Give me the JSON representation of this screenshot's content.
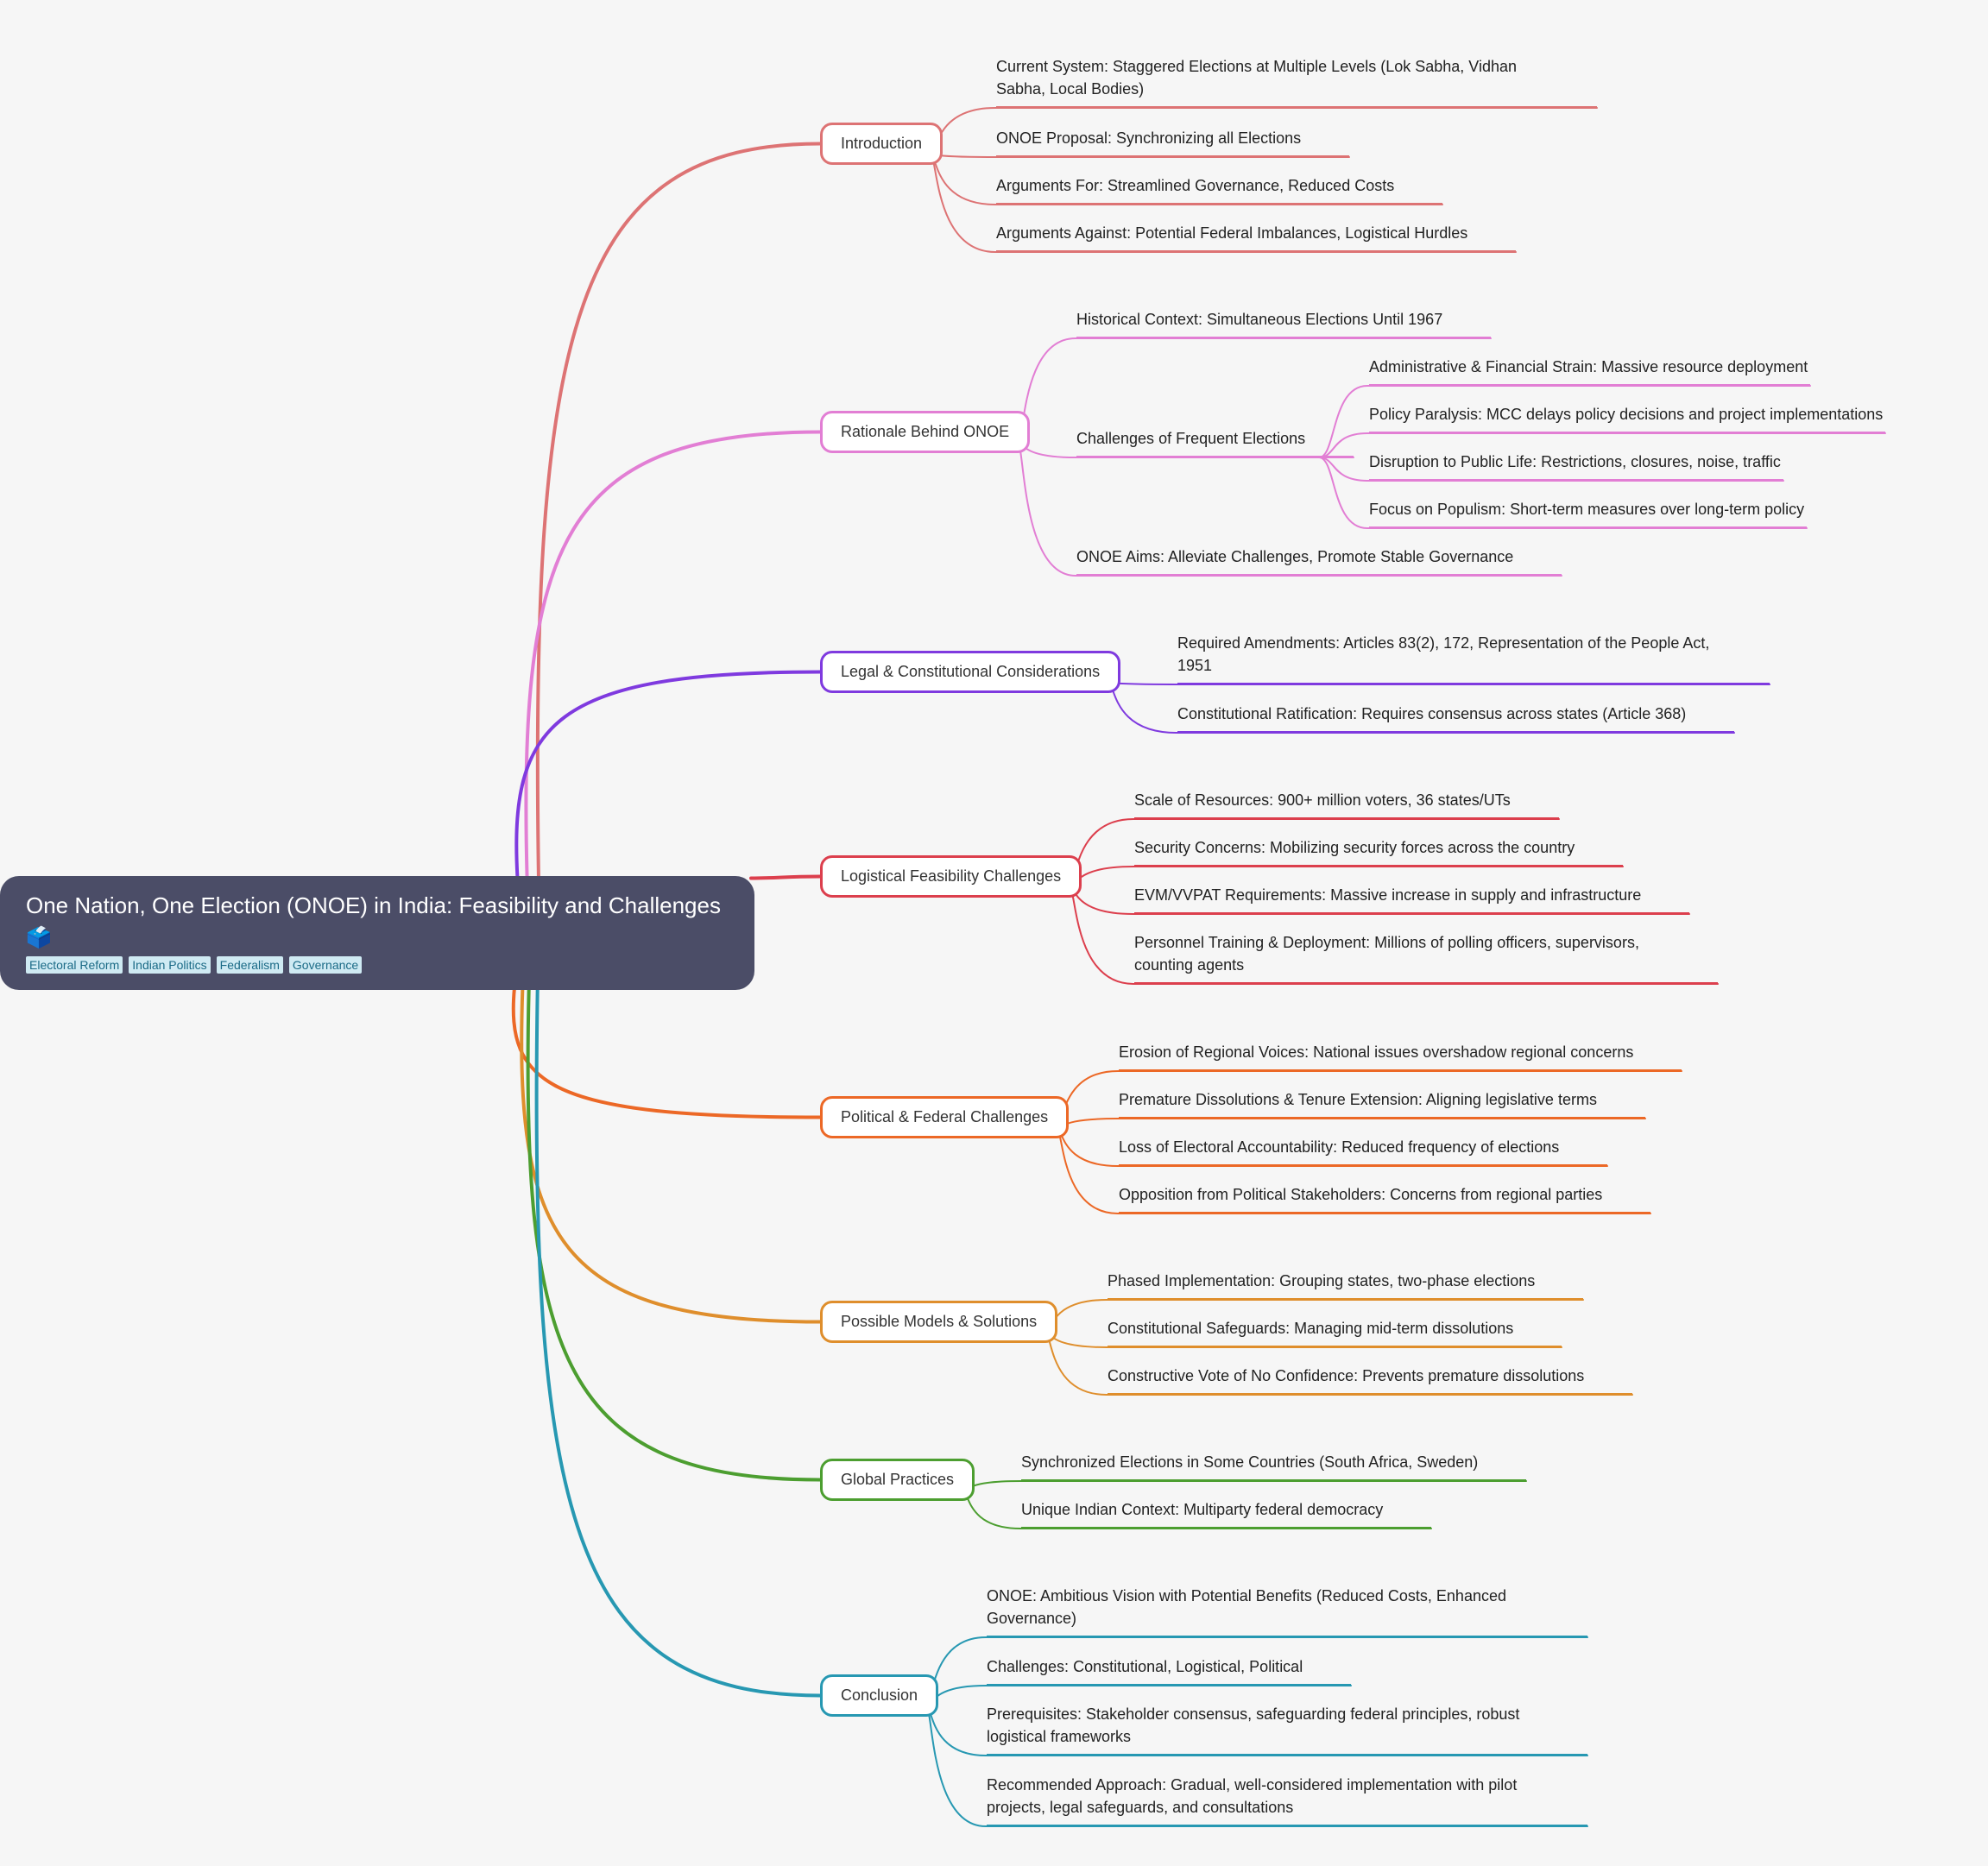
{
  "root": {
    "title": "One Nation, One Election (ONOE) in India: Feasibility and Challenges",
    "emoji": "🗳️",
    "tags": [
      "Electoral Reform",
      "Indian Politics",
      "Federalism",
      "Governance"
    ]
  },
  "branches": [
    {
      "label": "Introduction",
      "color": "#dd7374",
      "children": [
        {
          "label": "Current System: Staggered Elections at Multiple Levels (Lok Sabha, Vidhan Sabha, Local Bodies)"
        },
        {
          "label": "ONOE Proposal: Synchronizing all Elections"
        },
        {
          "label": "Arguments For: Streamlined Governance, Reduced Costs"
        },
        {
          "label": "Arguments Against: Potential Federal Imbalances, Logistical Hurdles"
        }
      ]
    },
    {
      "label": "Rationale Behind ONOE",
      "color": "#e27ed4",
      "children": [
        {
          "label": "Historical Context: Simultaneous Elections Until 1967"
        },
        {
          "label": "Challenges of Frequent Elections",
          "children": [
            {
              "label": "Administrative & Financial Strain: Massive resource deployment"
            },
            {
              "label": "Policy Paralysis: MCC delays policy decisions and project implementations"
            },
            {
              "label": "Disruption to Public Life: Restrictions, closures, noise, traffic"
            },
            {
              "label": "Focus on Populism: Short-term measures over long-term policy"
            }
          ]
        },
        {
          "label": "ONOE Aims: Alleviate Challenges, Promote Stable Governance"
        }
      ]
    },
    {
      "label": "Legal & Constitutional Considerations",
      "color": "#7f3adf",
      "children": [
        {
          "label": "Required Amendments: Articles 83(2), 172, Representation of the People Act, 1951"
        },
        {
          "label": "Constitutional Ratification: Requires consensus across states (Article 368)"
        }
      ]
    },
    {
      "label": "Logistical Feasibility Challenges",
      "color": "#dc3f4d",
      "children": [
        {
          "label": "Scale of Resources: 900+ million voters, 36 states/UTs"
        },
        {
          "label": "Security Concerns: Mobilizing security forces across the country"
        },
        {
          "label": "EVM/VVPAT Requirements: Massive increase in supply and infrastructure"
        },
        {
          "label": "Personnel Training & Deployment: Millions of polling officers, supervisors, counting agents"
        }
      ]
    },
    {
      "label": "Political & Federal Challenges",
      "color": "#ec6826",
      "children": [
        {
          "label": "Erosion of Regional Voices: National issues overshadow regional concerns"
        },
        {
          "label": "Premature Dissolutions & Tenure Extension: Aligning legislative terms"
        },
        {
          "label": "Loss of Electoral Accountability: Reduced frequency of elections"
        },
        {
          "label": "Opposition from Political Stakeholders: Concerns from regional parties"
        }
      ]
    },
    {
      "label": "Possible Models & Solutions",
      "color": "#df8e2c",
      "children": [
        {
          "label": "Phased Implementation: Grouping states, two-phase elections"
        },
        {
          "label": "Constitutional Safeguards: Managing mid-term dissolutions"
        },
        {
          "label": "Constructive Vote of No Confidence: Prevents premature dissolutions"
        }
      ]
    },
    {
      "label": "Global Practices",
      "color": "#4c9e30",
      "children": [
        {
          "label": "Synchronized Elections in Some Countries (South Africa, Sweden)"
        },
        {
          "label": "Unique Indian Context: Multiparty federal democracy"
        }
      ]
    },
    {
      "label": "Conclusion",
      "color": "#2798b2",
      "children": [
        {
          "label": "ONOE: Ambitious Vision with Potential Benefits (Reduced Costs, Enhanced Governance)"
        },
        {
          "label": "Challenges: Constitutional, Logistical, Political"
        },
        {
          "label": "Prerequisites: Stakeholder consensus, safeguarding federal principles, robust logistical frameworks"
        },
        {
          "label": "Recommended Approach: Gradual, well-considered implementation with pilot projects, legal safeguards, and consultations"
        }
      ]
    }
  ]
}
